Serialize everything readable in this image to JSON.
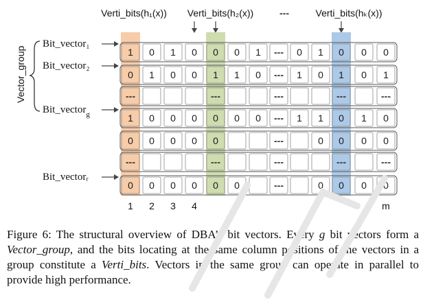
{
  "header": {
    "verti_labels": [
      "Verti_bits(h₁(x))",
      "Verti_bits(h₂(x))",
      "Verti_bits(hₖ(x))"
    ],
    "header_ellipsis": "---"
  },
  "group_label": "Vector_group",
  "rows": [
    {
      "label": "Bit_vector₁",
      "cells": [
        "1",
        "0",
        "1",
        "0",
        "0",
        "0",
        "1",
        "---",
        "0",
        "1",
        "0",
        "0",
        "0"
      ]
    },
    {
      "label": "Bit_vector₂",
      "cells": [
        "0",
        "1",
        "0",
        "0",
        "1",
        "1",
        "0",
        "---",
        "1",
        "0",
        "1",
        "0",
        "1"
      ]
    },
    {
      "label": "",
      "cells": [
        "---",
        "",
        "",
        "",
        "---",
        "",
        "",
        "---",
        "",
        "",
        "---",
        "",
        "---"
      ]
    },
    {
      "label": "Bit_vector_g",
      "cells": [
        "1",
        "0",
        "0",
        "0",
        "0",
        "0",
        "0",
        "---",
        "1",
        "1",
        "0",
        "1",
        "0"
      ]
    },
    {
      "label": "",
      "cells": [
        "0",
        "0",
        "0",
        "0",
        "0",
        "",
        "",
        "---",
        "",
        "0",
        "0",
        "0",
        "0"
      ]
    },
    {
      "label": "",
      "cells": [
        "---",
        "",
        "",
        "",
        "---",
        "",
        "",
        "---",
        "",
        "",
        "---",
        "",
        "---"
      ]
    },
    {
      "label": "Bit_vectorᵣ",
      "cells": [
        "0",
        "0",
        "0",
        "0",
        "0",
        "0",
        "",
        "---",
        "",
        "0",
        "0",
        "0",
        "0"
      ]
    }
  ],
  "highlight_colors": {
    "first_column": "#f6c39a",
    "verti_h2": "#c7d6a1",
    "verti_hk": "#9dbfe3"
  },
  "column_numbers": [
    "1",
    "2",
    "3",
    "4",
    "m"
  ],
  "caption": {
    "part1": "Figure 6: The structural overview of DBA’s bit vectors. Every ",
    "g": "g",
    "part2": " bit vectors form a ",
    "vector_group": "Vector_group",
    "part3": ", and the bits locating at the same column positions of the vectors in a group constitute a ",
    "verti_bits": "Verti_bits",
    "part4": ". Vectors in the same group can operate in parallel to provide high performance."
  }
}
